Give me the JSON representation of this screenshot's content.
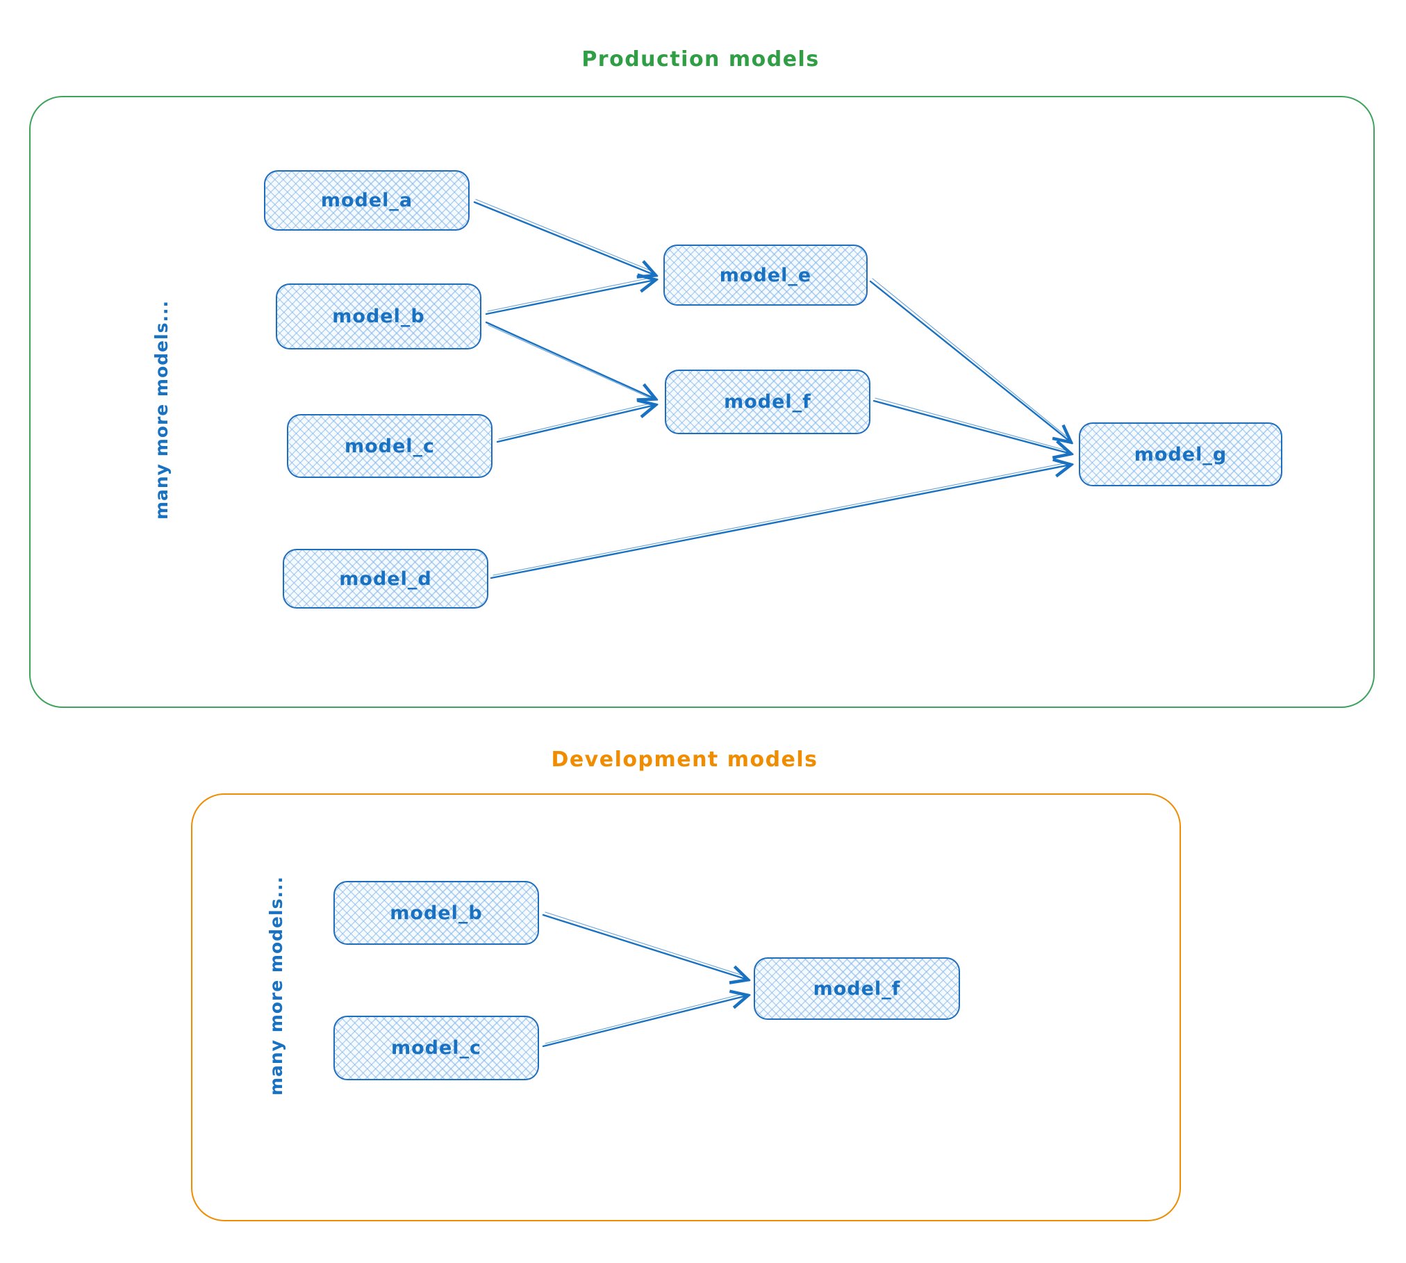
{
  "diagram": {
    "sections": [
      {
        "id": "production",
        "title": "Production models",
        "accent_color": "#2f9e44",
        "side_note": "many more models...",
        "nodes": [
          {
            "id": "model_a",
            "label": "model_a"
          },
          {
            "id": "model_b",
            "label": "model_b"
          },
          {
            "id": "model_c",
            "label": "model_c"
          },
          {
            "id": "model_d",
            "label": "model_d"
          },
          {
            "id": "model_e",
            "label": "model_e"
          },
          {
            "id": "model_f",
            "label": "model_f"
          },
          {
            "id": "model_g",
            "label": "model_g"
          }
        ],
        "edges": [
          {
            "from": "model_a",
            "to": "model_e"
          },
          {
            "from": "model_b",
            "to": "model_e"
          },
          {
            "from": "model_b",
            "to": "model_f"
          },
          {
            "from": "model_c",
            "to": "model_f"
          },
          {
            "from": "model_e",
            "to": "model_g"
          },
          {
            "from": "model_f",
            "to": "model_g"
          },
          {
            "from": "model_d",
            "to": "model_g"
          }
        ]
      },
      {
        "id": "development",
        "title": "Development models",
        "accent_color": "#f08c00",
        "side_note": "many more models...",
        "nodes": [
          {
            "id": "model_b",
            "label": "model_b"
          },
          {
            "id": "model_c",
            "label": "model_c"
          },
          {
            "id": "model_f",
            "label": "model_f"
          }
        ],
        "edges": [
          {
            "from": "model_b",
            "to": "model_f"
          },
          {
            "from": "model_c",
            "to": "model_f"
          }
        ]
      }
    ],
    "node_style": {
      "stroke_color": "#1971c2",
      "fill_color": "#dbeafe",
      "text_color": "#1971c2"
    }
  }
}
